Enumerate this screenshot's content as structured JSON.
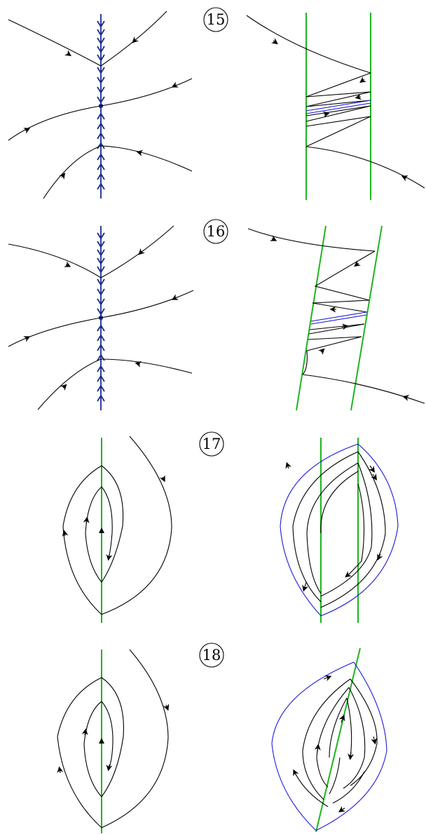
{
  "panels": [
    {
      "label": "15"
    },
    {
      "label": "16"
    },
    {
      "label": "17"
    },
    {
      "label": "18"
    }
  ],
  "colors": {
    "trajectory": "#000000",
    "separatrix": "#1a1ad6",
    "invariant_line": "#1a2a8c",
    "section_line": "#1eb41e"
  }
}
